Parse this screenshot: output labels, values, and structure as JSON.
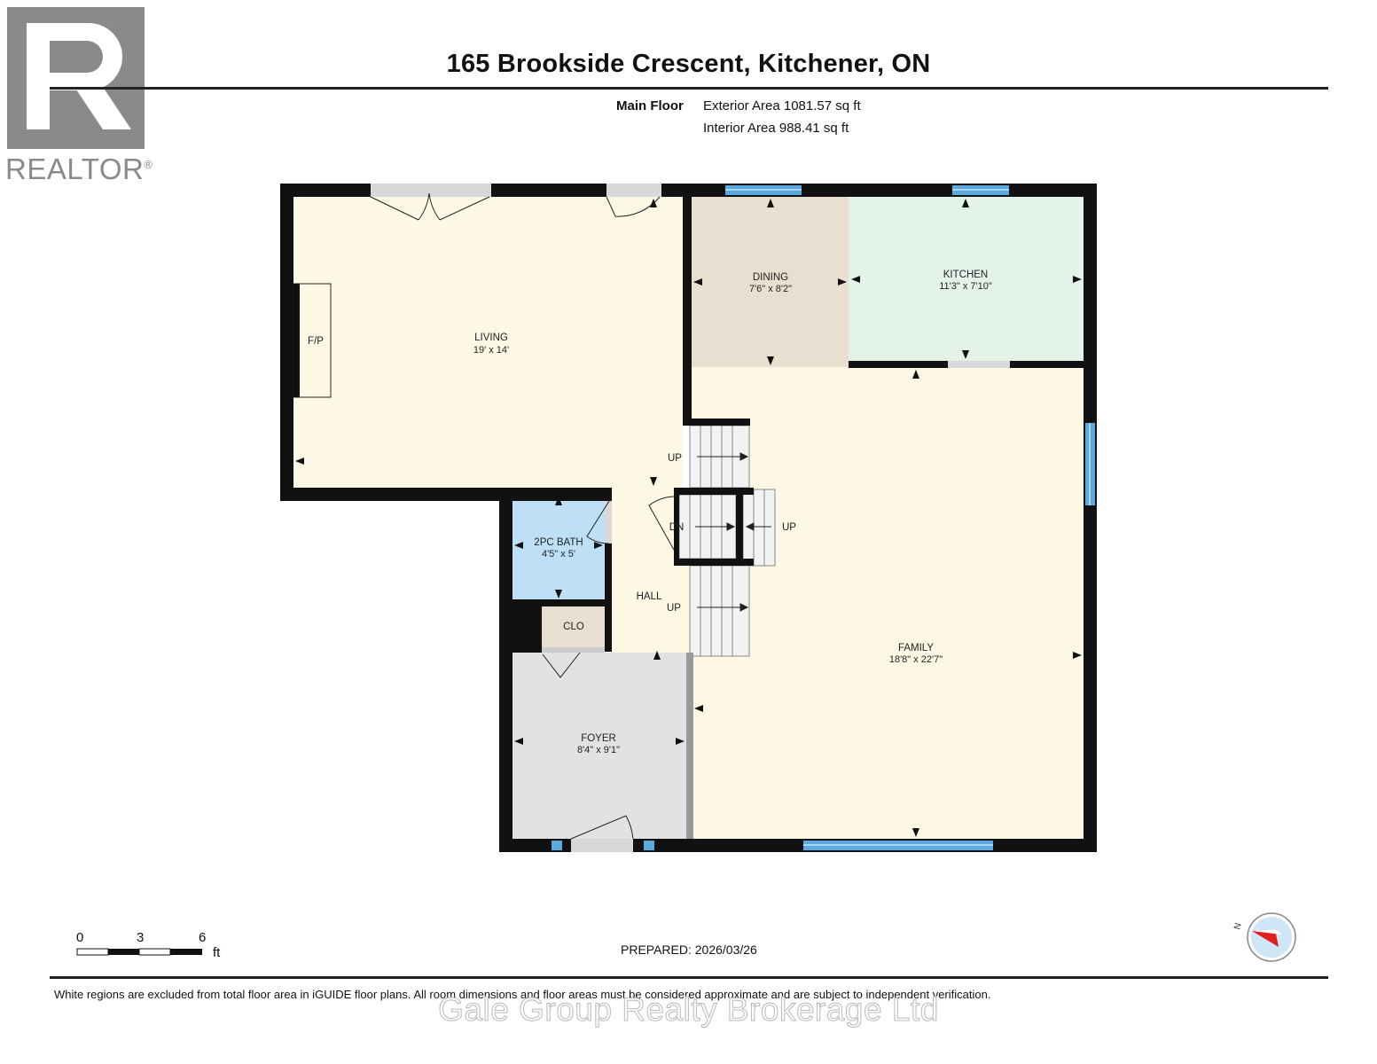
{
  "header": {
    "title": "165 Brookside Crescent, Kitchener, ON",
    "floor_name": "Main Floor",
    "exterior_area": "Exterior Area 1081.57 sq ft",
    "interior_area": "Interior Area 988.41 sq ft"
  },
  "brand": {
    "realtor_text": "REALTOR",
    "registered_mark": "®",
    "logo_color": "#8a8a8a"
  },
  "rooms": {
    "living": {
      "name": "LIVING",
      "dims": "19' x 14'",
      "color": "#fdf8e4"
    },
    "dining": {
      "name": "DINING",
      "dims": "7'6\" x 8'2\"",
      "color": "#e8dfd0"
    },
    "kitchen": {
      "name": "KITCHEN",
      "dims": "11'3\" x 7'10\"",
      "color": "#e3f3ea"
    },
    "family": {
      "name": "FAMILY",
      "dims": "18'8\" x 22'7\"",
      "color": "#fdf8e4"
    },
    "bath": {
      "name": "2PC BATH",
      "dims": "4'5\" x 5'",
      "color": "#bde0f7"
    },
    "foyer": {
      "name": "FOYER",
      "dims": "8'4\" x 9'1\"",
      "color": "#e2e2e2"
    },
    "hall": {
      "name": "HALL"
    },
    "closet": {
      "name": "CLO",
      "color": "#e8dfd0"
    }
  },
  "labels": {
    "fireplace": "F/P",
    "stairs_up_1": "UP",
    "stairs_up_2": "UP",
    "stairs_up_3": "UP",
    "stairs_down": "DN"
  },
  "scale": {
    "ticks": [
      "0",
      "3",
      "6"
    ],
    "unit": "ft"
  },
  "compass": {
    "letter": "N"
  },
  "footer": {
    "prepared": "PREPARED: 2026/03/26",
    "disclaimer": "White regions are excluded from total floor area in iGUIDE floor plans. All room dimensions and floor areas must be considered approximate and are subject to independent verification.",
    "watermark": "Gale Group Realty Brokerage Ltd"
  },
  "colors": {
    "wall": "#111111",
    "window": "#5aa9e0",
    "door": "#d0d0d0",
    "stair": "#f2f2f2"
  }
}
